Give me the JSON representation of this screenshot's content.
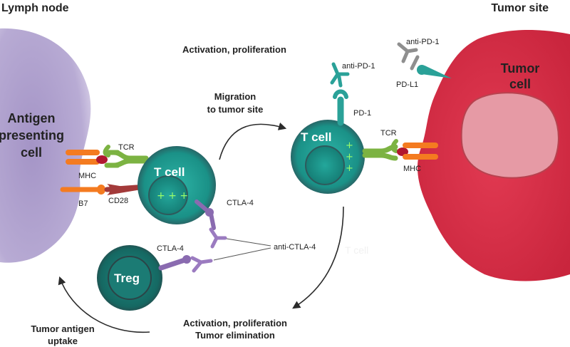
{
  "headers": {
    "left": "Lymph node",
    "right": "Tumor site"
  },
  "cells": {
    "apc": [
      "Antigen",
      "presenting",
      "cell"
    ],
    "tcell_left": "T cell",
    "tcell_right": "T cell",
    "treg": "Treg",
    "tumor": [
      "Tumor",
      "cell"
    ],
    "ghost_tcell": "T cell"
  },
  "molecules": {
    "tcr_left": "TCR",
    "mhc_left": "MHC",
    "b7": "B7",
    "cd28": "CD28",
    "ctla4_tcell": "CTLA-4",
    "ctla4_treg": "CTLA-4",
    "anti_ctla4": "anti-CTLA-4",
    "anti_pd1_tcell": "anti-PD-1",
    "pd1": "PD-1",
    "tcr_right": "TCR",
    "mhc_right": "MHC",
    "anti_pd1_tumor": "anti-PD-1",
    "pdl1": "PD-L1"
  },
  "steps": {
    "activation_top": "Activation, proliferation",
    "migration": [
      "Migration",
      "to tumor site"
    ],
    "activation_bottom": [
      "Activation, proliferation",
      "Tumor elimination"
    ],
    "uptake": [
      "Tumor antigen",
      "uptake"
    ]
  },
  "colors": {
    "apc": "#b5a8d0",
    "tcell": "#1f9e93",
    "treg": "#17706b",
    "tumor": "#d42e45",
    "tumor_nucleus": "#e89aa4",
    "tcr": "#7cb342",
    "mhc": "#f47b20",
    "cd28": "#a33a3a",
    "ctla4": "#8a6bb0",
    "pd1": "#2aa198",
    "antibody_gray": "#9a9a9a"
  }
}
